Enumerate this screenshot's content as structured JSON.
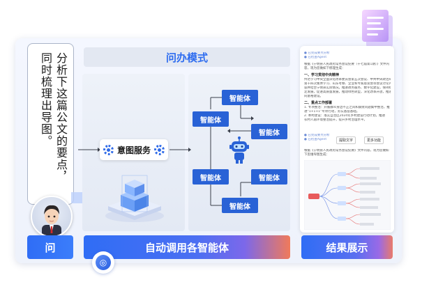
{
  "question": {
    "columns": [
      "分析下这篇公文的要点，",
      "同时梳理出导图。"
    ],
    "button": "问"
  },
  "middle": {
    "title": "问办模式",
    "intent_service": "意图服务",
    "agents": [
      "智能体",
      "智能体",
      "智能体",
      "智能体",
      "智能体",
      "智能体"
    ],
    "button": "自动调用各智能体"
  },
  "result": {
    "button": "结果展示",
    "header_lines": [
      "● 已完成要点分析",
      "● 已检查Agent"
    ],
    "intro": "根据《宁明县人民政府常务会议纪要（十七届第1期）》文件内容，现为您做如下梳理生成：",
    "sections": [
      {
        "head": "一、学习贯彻中央精神",
        "lines": [
          "传达学习中央全面深化改革委员会第五次会议、中共中央政治局",
          "第十四次集体学习、山东考察、企业和专家座谈会等会议讨论内",
          "容并结合宁明县实际情况，推进政务服务、数字化建设，保持稳",
          "定发展，促进高质量发展，推动绿色转型，深化改革开放，推进共",
          "同富裕建设。"
        ]
      },
      {
        "head": "二、重点工作部署",
        "lines": [
          "1. 专项整治：开展群众身边不正之风和腐败问题集中整治，推",
          "   进“1+1+1”专项行动，夯实基层基础。",
          "2. 本村建设：落实自治区2024年乡村建设行动计划，推进",
          "   农村人居环境整治提升，提升乡村治理水平。"
        ]
      }
    ],
    "mid_header_lines": [
      "● 已完成要点分析",
      "● 已检查Agent"
    ],
    "mid_intro": "根据《宁明县人民政府常务会议纪要》文件内容，现为您做如下思维导图生成：",
    "chips": [
      "提取文字",
      "更多功能"
    ]
  }
}
